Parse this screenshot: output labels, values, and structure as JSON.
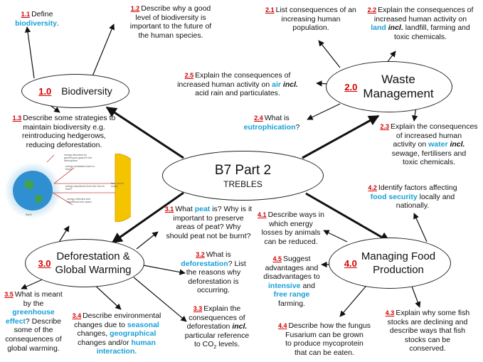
{
  "center": {
    "title": "B7 Part 2",
    "subtitle": "TREBLES"
  },
  "hubs": {
    "biodiversity": {
      "num": "1.0",
      "label": "Biodiversity"
    },
    "waste": {
      "num": "2.0",
      "label_line1": "Waste",
      "label_line2": "Management"
    },
    "deforestation": {
      "num": "3.0",
      "label_line1": "Deforestation &",
      "label_line2": "Global Warming"
    },
    "food": {
      "num": "4.0",
      "label_line1": "Managing Food",
      "label_line2": "Production"
    }
  },
  "notes": {
    "n1_1": {
      "num": "1.1",
      "a": "Define",
      "b": "biodiversity",
      "c": "."
    },
    "n1_2": {
      "num": "1.2",
      "a": "Describe why a good",
      "b": "level of biodiversity is",
      "c": "important to the future of",
      "d": "the human species."
    },
    "n1_3": {
      "num": "1.3",
      "a": "Describe some strategies to",
      "b": "maintain biodiversity e.g.",
      "c": "reintroducing hedgerows,",
      "d": "reducing deforestation."
    },
    "n2_1": {
      "num": "2.1",
      "a": "List consequences of an",
      "b": "increasing human",
      "c": "population."
    },
    "n2_2": {
      "num": "2.2",
      "a": "Explain the consequences of",
      "b": "increased human activity on",
      "c": "land",
      "d": "incl.",
      "e": "landfill, farming and",
      "f": "toxic chemicals."
    },
    "n2_3": {
      "num": "2.3",
      "a": "Explain the consequences",
      "b": "of increased human",
      "c": "activity on",
      "d": "water",
      "e": "incl.",
      "f": "sewage, fertilisers and",
      "g": "toxic chemicals."
    },
    "n2_4": {
      "num": "2.4",
      "a": "What is",
      "b": "eutrophication",
      "c": "?"
    },
    "n2_5": {
      "num": "2.5",
      "a": "Explain the consequences of",
      "b": "increased human activity on",
      "c": "air",
      "d": "incl.",
      "e": "acid rain and particulates."
    },
    "n3_1": {
      "num": "3.1",
      "a": "What",
      "b": "peat",
      "c": "is? Why is it",
      "d": "important to preserve",
      "e": "areas of peat? Why",
      "f": "should peat not be burnt?"
    },
    "n3_2": {
      "num": "3.2",
      "a": "What is",
      "b": "deforestation",
      "c": "? List",
      "d": "the reasons why",
      "e": "deforestation is",
      "f": "occurring."
    },
    "n3_3": {
      "num": "3.3",
      "a": "Explain the",
      "b": "consequences of",
      "c": "deforestation",
      "d": "incl.",
      "e": "particular reference",
      "f": "to CO",
      "g": "2",
      "h": "levels."
    },
    "n3_4": {
      "num": "3.4",
      "a": "Describe environmental",
      "b": "changes due to",
      "c": "seasonal",
      "d": "changes,",
      "e": "geographical",
      "f": "changes and/or",
      "g": "human",
      "h": "interaction",
      "i": "."
    },
    "n3_5": {
      "num": "3.5",
      "a": "What is meant",
      "b": "by the",
      "c": "greenhouse",
      "d": "effect",
      "e": "? Describe",
      "f": "some of the",
      "g": "consequences of",
      "h": "global warming."
    },
    "n4_1": {
      "num": "4.1",
      "a": "Describe ways in",
      "b": "which energy",
      "c": "losses by animals",
      "d": "can be reduced."
    },
    "n4_2": {
      "num": "4.2",
      "a": "Identify factors affecting",
      "b": "food security",
      "c": "locally and",
      "d": "nationally."
    },
    "n4_3": {
      "num": "4.3",
      "a": "Explain why some fish",
      "b": "stocks are declining and",
      "c": "describe ways that fish",
      "d": "stocks can be",
      "e": "conserved."
    },
    "n4_4": {
      "num": "4.4",
      "a": "Describe how the fungus",
      "b": "Fusarium can be grown",
      "c": "to produce mycoprotein",
      "d": "that can be eaten."
    },
    "n4_5": {
      "num": "4.5",
      "a": "Suggest",
      "b": "advantages and",
      "c": "disadvantages to",
      "d": "intensive",
      "e": "and",
      "f": "free range",
      "g": "farming."
    }
  },
  "diagram": {
    "labels": [
      "energy absorbed by greenhouse gases in the atmosphere",
      "energy reradiated back to Earth",
      "energy transferred from the Sun to Earth",
      "energy reflected and transferred into space",
      "Sun (not to scale)",
      "Earth"
    ]
  },
  "colors": {
    "accent_red": "#d40000",
    "accent_blue": "#1aa0d8",
    "sun": "#f5c400",
    "earth": "#2f8fd0"
  }
}
